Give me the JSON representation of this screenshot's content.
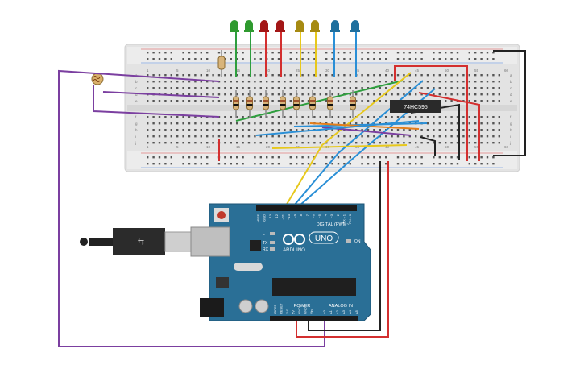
{
  "breadboard": {
    "chip_label": "74HC595",
    "column_numbers": [
      "1",
      "5",
      "10",
      "15",
      "20",
      "25",
      "30",
      "35",
      "40",
      "45",
      "50",
      "55",
      "60"
    ],
    "row_letters_top": [
      "a",
      "b",
      "c",
      "d",
      "e"
    ],
    "row_letters_bottom": [
      "f",
      "g",
      "h",
      "i",
      "j"
    ]
  },
  "leds": [
    {
      "color": "green",
      "hex": "#2f9a2f"
    },
    {
      "color": "green",
      "hex": "#2f9a2f"
    },
    {
      "color": "red",
      "hex": "#a31616"
    },
    {
      "color": "red",
      "hex": "#a31616"
    },
    {
      "color": "yellow",
      "hex": "#a68a12"
    },
    {
      "color": "yellow",
      "hex": "#a68a12"
    },
    {
      "color": "blue",
      "hex": "#1f6f9e"
    },
    {
      "color": "blue",
      "hex": "#1f6f9e"
    }
  ],
  "arduino": {
    "logo_text": "ARDUINO",
    "model_text": "UNO",
    "digital_label": "DIGITAL (PWM~)",
    "power_label": "POWER",
    "analog_label": "ANALOG IN",
    "on_label": "ON",
    "tx_label": "TX",
    "rx_label": "RX",
    "l_label": "L",
    "digital_pins": [
      "AREF",
      "GND",
      "13",
      "12",
      "~11",
      "~10",
      "~9",
      "8",
      "7",
      "~6",
      "~5",
      "4",
      "~3",
      "2",
      "TX→1",
      "RX←0"
    ],
    "power_pins": [
      "IOREF",
      "RESET",
      "3V3",
      "5V",
      "GND",
      "GND",
      "Vin"
    ],
    "analog_pins": [
      "A0",
      "A1",
      "A2",
      "A3",
      "A4",
      "A5"
    ]
  },
  "colors": {
    "board_blue": "#2a6f96",
    "breadboard": "#e6e6e6",
    "wire_red": "#d32f2f",
    "wire_black": "#222222",
    "wire_purple": "#7b3fa0",
    "wire_green": "#2e9e3e",
    "wire_yellow": "#e7c81c",
    "wire_blue": "#2a8fd6",
    "wire_orange": "#e57e1a"
  }
}
